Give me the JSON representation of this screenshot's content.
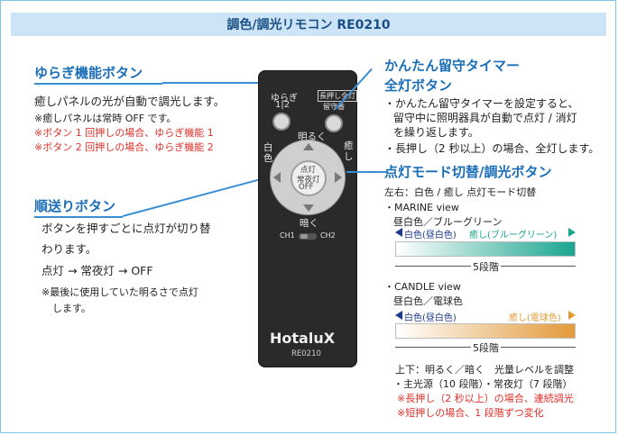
{
  "title": "調色/調光リモコン RE0210",
  "remote": {
    "yuragi_label": "ゆらぎ",
    "yuragi_sub": "1|2",
    "rusu_label": "長押し全灯",
    "rusu_sub": "留守番",
    "akaruku": "明るく",
    "shiroiro": "白色",
    "iyashi": "癒し",
    "center_line1": "点灯",
    "center_line2": "常夜灯",
    "center_line3": "OFF",
    "kuraku": "暗く",
    "ch1": "CH1",
    "ch2": "CH2",
    "brand": "HotaluX",
    "model": "RE0210"
  },
  "left": {
    "yuragi_heading": "ゆらぎ機能ボタン",
    "yuragi_desc": "癒しパネルの光が自動で調光します。",
    "yuragi_note": "※癒しパネルは常時 OFF です。",
    "yuragi_red1": "※ボタン 1 回押しの場合、ゆらぎ機能 1",
    "yuragi_red2": "※ボタン 2 回押しの場合、ゆらぎ機能 2",
    "order_heading": "順送りボタン",
    "order_desc1": "ボタンを押すごとに点灯が切り替",
    "order_desc2": "わります。",
    "order_flow": "点灯 → 常夜灯 → OFF",
    "order_note1": "※最後に使用していた明るさで点灯",
    "order_note2": "します。"
  },
  "right": {
    "timer_heading1": "かんたん留守タイマー",
    "timer_heading2": "全灯ボタン",
    "timer_desc1": "・かんたん留守タイマーを設定すると、",
    "timer_desc2": "留守中に照明器具が自動で点灯 / 消灯",
    "timer_desc3": "を繰り返します。",
    "timer_desc4": "・長押し（2 秒以上）の場合、全灯します。",
    "mode_heading": "点灯モード切替/調光ボタン",
    "mode_desc": "左右：白色 / 癒し 点灯モード切替",
    "marine_title": "・MARINE view",
    "marine_sub": "昼白色／ブルーグリーン",
    "marine_left": "白色(昼白色)",
    "marine_right": "癒し(ブルーグリーン)",
    "marine_steps": "5段階",
    "candle_title": "・CANDLE view",
    "candle_sub": "昼白色／電球色",
    "candle_left": "白色(昼白色)",
    "candle_right": "癒し(電球色)",
    "candle_steps": "5段階",
    "updown": "上下：明るく／暗く　光量レベルを調整",
    "levels": "・主光源（10 段階）・常夜灯（7 段階）",
    "red1": "※長押し（2 秒以上）の場合、連続調光",
    "red2": "※短押しの場合、1 段階ずつ変化"
  },
  "colors": {
    "heading_blue": "#1a6fb8",
    "marine_teal": "#1aa58f",
    "candle_orange": "#e39a3a",
    "note_red": "#e0302a"
  }
}
